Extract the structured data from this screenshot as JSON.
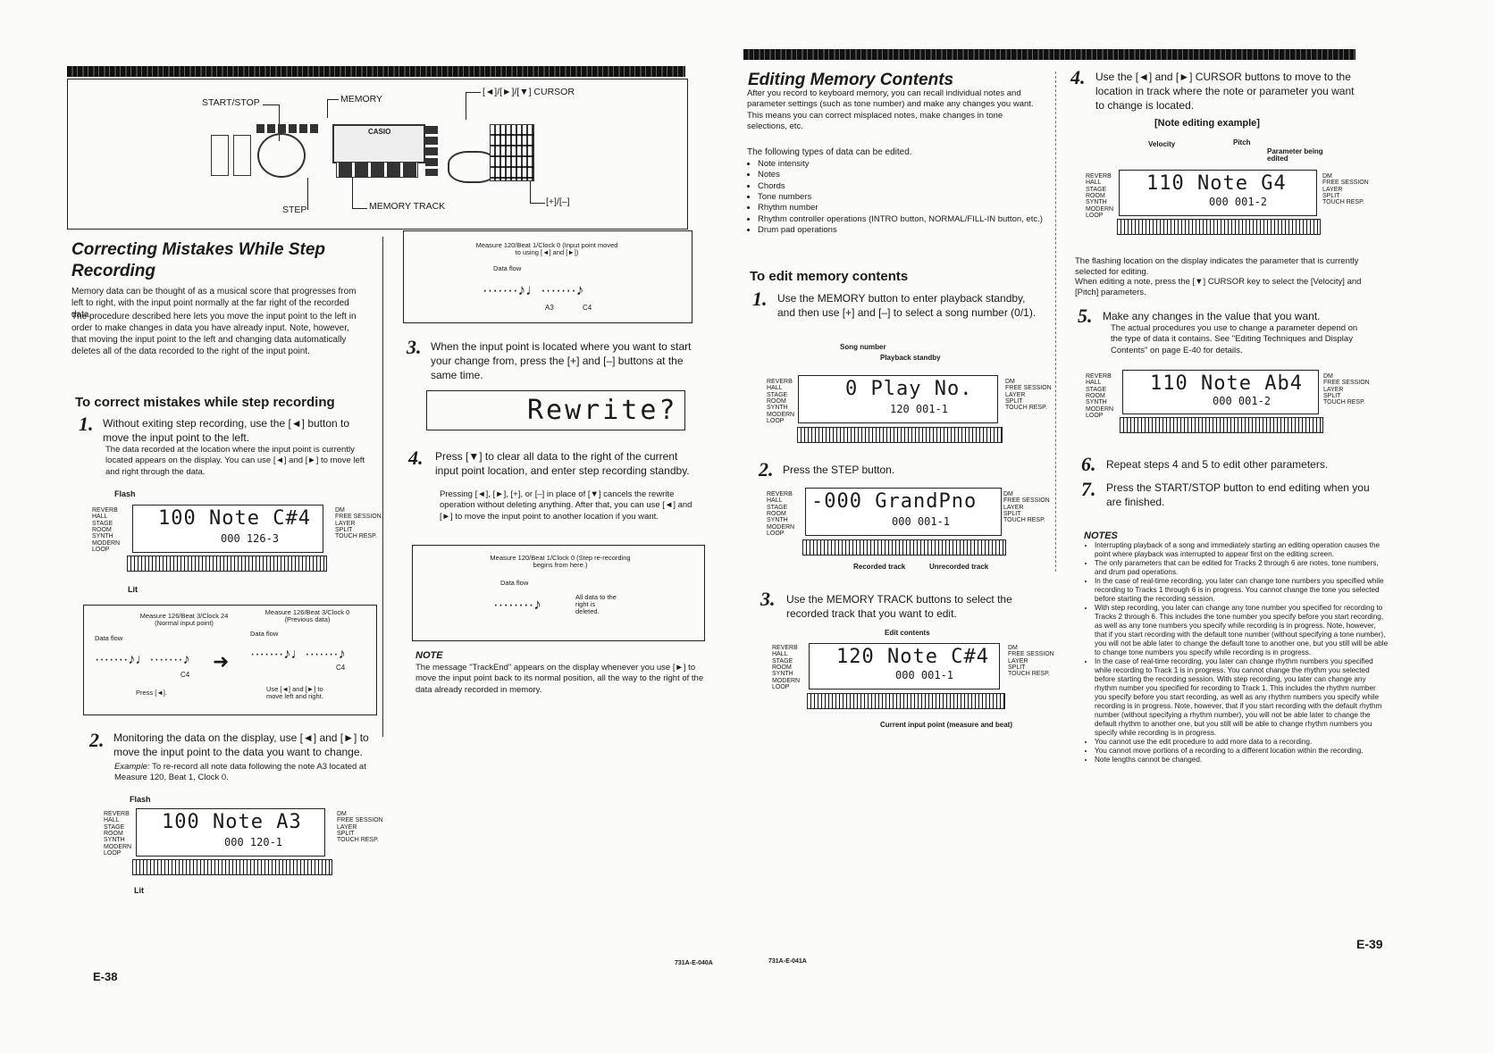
{
  "left": {
    "panel_labels": {
      "start_stop": "START/STOP",
      "memory": "MEMORY",
      "cursor": "[◄]/[►]/[▼] CURSOR",
      "step": "STEP",
      "memory_track": "MEMORY TRACK",
      "plus_minus": "[+]/[–]",
      "brand": "CASIO"
    },
    "title": "Correcting Mistakes While Step Recording",
    "intro1": "Memory data can be thought of as a musical score that progresses from left to right, with the input point normally at the far right of the recorded data.",
    "intro2": "The procedure described here lets you move the input point to the left in order to make changes in data you have already input. Note, however, that moving the input point to the left and changing data automatically deletes all of the data recorded to the right of the input point.",
    "subheading": "To correct mistakes while step recording",
    "step1_num": "1.",
    "step1": "Without exiting step recording, use the [◄] button to move the input point to the left.",
    "step1_bullet": "The data recorded at the location where the input point is currently located appears on the display. You can use [◄] and [►] to move left and right through the data.",
    "lcd1": {
      "flash": "Flash",
      "main": "100 Note C#4",
      "sub": "000 126-3",
      "lit": "Lit"
    },
    "diag1": {
      "left_title": "Measure 126/Beat 3/Clock 24 (Normal input point)",
      "right_title": "Measure 126/Beat 3/Clock 0 (Previous data)",
      "data_flow": "Data flow",
      "c4": "C4",
      "press_left": "Press [◄].",
      "use_keys": "Use [◄] and [►] to move left and right."
    },
    "step2_num": "2.",
    "step2": "Monitoring the data on the display, use [◄] and [►] to move the input point to the data you want to change.",
    "example_label": "Example:",
    "example": "To re-record all note data following the note A3 located at Measure 120, Beat 1, Clock 0.",
    "lcd2": {
      "flash": "Flash",
      "main": "100 Note A3",
      "sub": "000 120-1",
      "lit": "Lit"
    },
    "page": "E-38"
  },
  "middle": {
    "diag2": {
      "title": "Measure 120/Beat 1/Clock 0 (Input point moved to using [◄] and [►])",
      "data_flow": "Data flow",
      "a3": "A3",
      "c4": "C4"
    },
    "step3_num": "3.",
    "step3": "When the input point is located where you want to start your change from, press the [+] and [–] buttons at the same time.",
    "rewrite": "Rewrite?",
    "step4_num": "4.",
    "step4": "Press [▼] to clear all data to the right of the current input point location, and enter step recording standby.",
    "step4_bullet": "Pressing [◄], [►], [+], or [–] in place of [▼] cancels the rewrite operation without deleting anything. After that, you can use [◄] and [►] to move the input point to another location if you want.",
    "diag3": {
      "title": "Measure 120/Beat 1/Clock 0 (Step re-recording begins from here.)",
      "data_flow": "Data flow",
      "deleted": "All data to the right is deleted."
    },
    "note_head": "NOTE",
    "note": "The message \"TrackEnd\" appears on the display whenever you use [►] to move the input point back to its normal position, all the way to the right of the data already recorded in memory."
  },
  "footer": {
    "left_code": "731A-E-040A",
    "right_code": "731A-E-041A"
  },
  "right": {
    "title": "Editing Memory Contents",
    "intro": "After you record to keyboard memory, you can recall individual notes and parameter settings (such as tone number) and make any changes you want. This means you can correct misplaced notes, make changes in tone selections, etc.",
    "types_intro": "The following types of data can be edited.",
    "types": [
      "Note intensity",
      "Notes",
      "Chords",
      "Tone numbers",
      "Rhythm number",
      "Rhythm controller operations (INTRO button, NORMAL/FILL-IN button, etc.)",
      "Drum pad operations"
    ],
    "subheading": "To edit memory contents",
    "step1_num": "1.",
    "step1": "Use the MEMORY button to enter playback standby, and then use [+] and [–] to select a song number (0/1).",
    "lcd_a": {
      "label1": "Song number",
      "label2": "Playback standby",
      "main": "0 Play No.",
      "sub": "120 001-1"
    },
    "step2_num": "2.",
    "step2": "Press the STEP button.",
    "lcd_b": {
      "main": "-000 GrandPno",
      "sub": "000 001-1",
      "rec": "Recorded track",
      "unrec": "Unrecorded track"
    },
    "step3_num": "3.",
    "step3": "Use the MEMORY TRACK buttons to select the recorded track that you want to edit.",
    "lcd_c": {
      "label": "Edit contents",
      "main": "120 Note C#4",
      "sub": "000 001-1",
      "bottom": "Current input point (measure and beat)"
    },
    "side_labels": [
      "DM",
      "FREE SESSION",
      "LAYER",
      "SPLIT",
      "TOUCH RESPONSE"
    ],
    "left_labels": [
      "REVERB",
      "HALL",
      "STAGE",
      "ROOM",
      "SYNTH",
      "MODERN",
      "LOOP"
    ]
  },
  "far_right": {
    "step4_num": "4.",
    "step4": "Use the [◄] and [►] CURSOR buttons to move to the location in track where the note or parameter you want to change is located.",
    "example_title": "[Note editing example]",
    "lcd_d": {
      "velocity": "Velocity",
      "pitch": "Pitch",
      "param": "Parameter being edited",
      "main": "110 Note G4",
      "sub": "000 001-2"
    },
    "flash_text": "The flashing location on the display indicates the parameter that is currently selected for editing.",
    "flash_text2": "When editing a note, press the [▼] CURSOR key to select the [Velocity] and [Pitch] parameters.",
    "step5_num": "5.",
    "step5": "Make any changes in the value that you want.",
    "step5_bullet": "The actual procedures you use to change a parameter depend on the type of data it contains. See \"Editing Techniques and Display Contents\" on page E-40 for details.",
    "lcd_e": {
      "main": "110 Note Ab4",
      "sub": "000 001-2"
    },
    "step6_num": "6.",
    "step6": "Repeat steps 4 and 5 to edit other parameters.",
    "step7_num": "7.",
    "step7": "Press the START/STOP button to end editing when you are finished.",
    "notes_head": "NOTES",
    "notes": [
      "Interrupting playback of a song and immediately starting an editing operation causes the point where playback was interrupted to appear first on the editing screen.",
      "The only parameters that can be edited for Tracks 2 through 6 are notes, tone numbers, and drum pad operations.",
      "In the case of real-time recording, you later can change tone numbers you specified while recording to Tracks 1 through 6 is in progress. You cannot change the tone you selected before starting the recording session.",
      "With step recording, you later can change any tone number you specified for recording to Tracks 2 through 6. This includes the tone number you specify before you start recording, as well as any tone numbers you specify while recording is in progress. Note, however, that if you start recording with the default tone number (without specifying a tone number), you will not be able later to change the default tone to another one, but you still will be able to change tone numbers you specify while recording is in progress.",
      "In the case of real-time recording, you later can change rhythm numbers you specified while recording to Track 1 is in progress. You cannot change the rhythm you selected before starting the recording session. With step recording, you later can change any rhythm number you specified for recording to Track 1. This includes the rhythm number you specify before you start recording, as well as any rhythm numbers you specify while recording is in progress. Note, however, that if you start recording with the default rhythm number (without specifying a rhythm number), you will not be able later to change the default rhythm to another one, but you still will be able to change rhythm numbers you specify while recording is in progress.",
      "You cannot use the edit procedure to add more data to a recording.",
      "You cannot move portions of a recording to a different location within the recording.",
      "Note lengths cannot be changed."
    ],
    "page": "E-39"
  }
}
